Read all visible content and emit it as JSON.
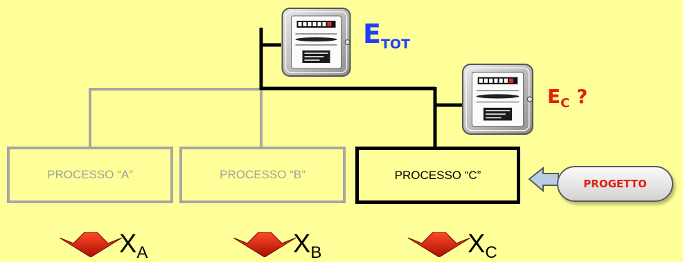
{
  "processes": [
    {
      "id": "A",
      "label": "PROCESSO “A”",
      "state": "inactive"
    },
    {
      "id": "B",
      "label": "PROCESSO “B”",
      "state": "inactive"
    },
    {
      "id": "C",
      "label": "PROCESSO “C”",
      "state": "active"
    }
  ],
  "meters": {
    "total": {
      "main": "E",
      "sub": "TOT",
      "suffix": "",
      "color": "#1f3cff"
    },
    "c": {
      "main": "E",
      "sub": "C",
      "suffix": " ?",
      "color": "#e02010"
    }
  },
  "progetto": {
    "label": "PROGETTO"
  },
  "outputs": [
    {
      "main": "X",
      "sub": "A"
    },
    {
      "main": "X",
      "sub": "B"
    },
    {
      "main": "X",
      "sub": "C"
    }
  ],
  "colors": {
    "background": "#ffff99",
    "inactive_line": "#a6a6a6",
    "active_line": "#000000",
    "arrow_red": "#d81e05",
    "input_arrow_fill": "#b9cfe6"
  },
  "icons": [
    "electricity-meter-icon",
    "down-arrow-icon",
    "left-arrow-icon"
  ]
}
